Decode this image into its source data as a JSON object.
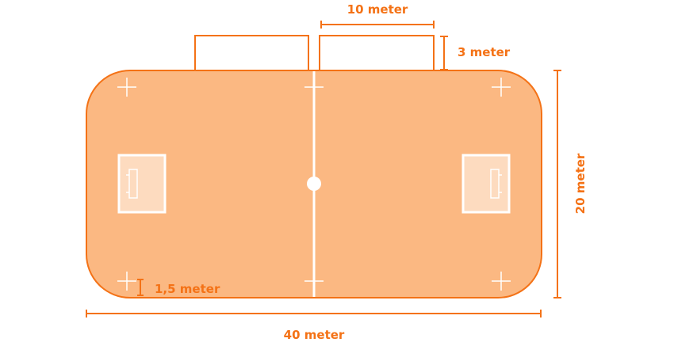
{
  "labels": {
    "bench_width": "10 meter",
    "bench_depth": "3 meter",
    "court_width": "20 meter",
    "court_length": "40 meter",
    "corner_mark": "1,5 meter"
  },
  "colors": {
    "court_fill": "#fbb882",
    "outline": "#f47216",
    "goal_area_fill": "#fddbbf",
    "lines": "#ffffff"
  }
}
